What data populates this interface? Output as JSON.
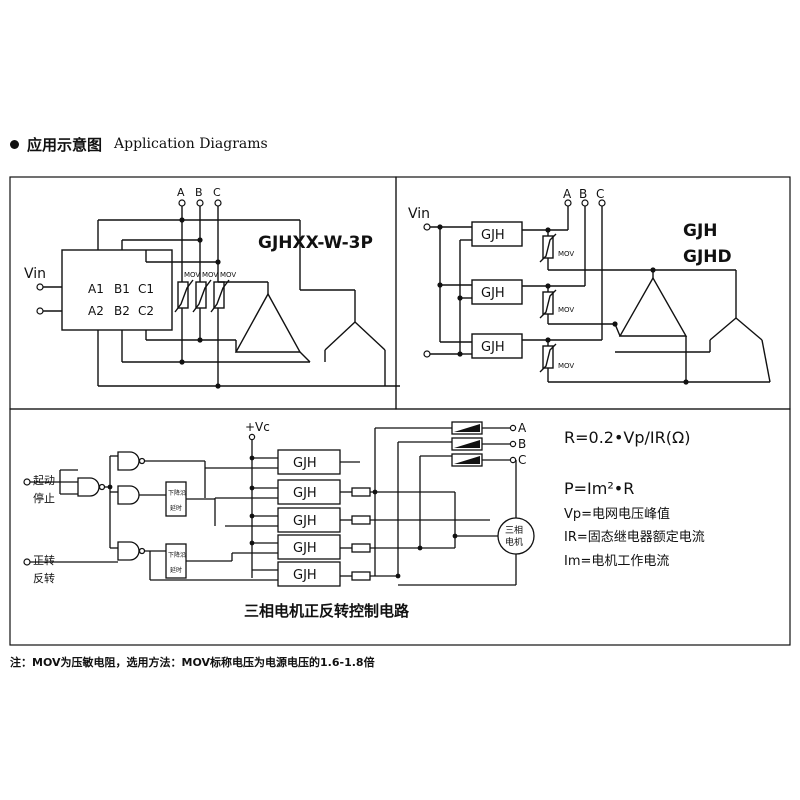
{
  "header": {
    "title_cn": "应用示意图",
    "title_en": "Application Diagrams"
  },
  "panel1": {
    "model": "GJHXX-W-3P",
    "vin": "Vin",
    "phases": [
      "A",
      "B",
      "C"
    ],
    "terminals": [
      "A1",
      "B1",
      "C1",
      "A2",
      "B2",
      "C2"
    ],
    "mov_label": "MOV"
  },
  "panel2": {
    "vin": "Vin",
    "phases": [
      "A",
      "B",
      "C"
    ],
    "model_line1": "GJH",
    "model_line2": "GJHD",
    "ssr_label": "GJH",
    "mov_label": "MOV"
  },
  "panel3": {
    "vc": "+Vc",
    "inputs": [
      "起动",
      "停止",
      "正转",
      "反转"
    ],
    "delay_blocks": [
      "下降沿 延时",
      "下降沿 延时"
    ],
    "delay_top": "下降沿",
    "delay_side": "延时",
    "ssr_label": "GJH",
    "motor_line1": "三相",
    "motor_line2": "电机",
    "phases": [
      "A",
      "B",
      "C"
    ],
    "title": "三相电机正反转控制电路"
  },
  "formulas": {
    "r": "R=0.2•Vp/IR(Ω)",
    "p": "P=Im²•R",
    "vp": "Vp=电网电压峰值",
    "ir": "IR=固态继电器额定电流",
    "im": "Im=电机工作电流"
  },
  "note": "注：MOV为压敏电阻，选用方法：MOV标称电压为电源电压的1.6-1.8倍",
  "colors": {
    "line": "#111111",
    "background": "#ffffff"
  }
}
